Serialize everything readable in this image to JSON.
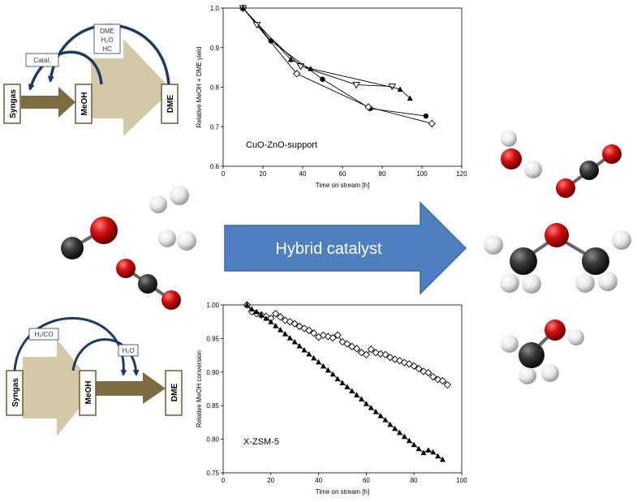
{
  "top_scheme": {
    "boxes": {
      "syngas": "Syngas",
      "meoh": "MeOH",
      "dme": "DME"
    },
    "callout_catal": "Catal.",
    "callout_products": [
      "DME",
      "H₂O",
      "HC"
    ]
  },
  "bottom_scheme": {
    "boxes": {
      "syngas": "Syngas",
      "meoh": "MeOH",
      "dme": "DME"
    },
    "callout_h2co": "H₂/CO",
    "callout_h2o": "H₂O"
  },
  "center": {
    "arrow_label": "Hybrid catalyst"
  },
  "icon_names": {
    "top_scheme": "syngas-to-dme-two-step-scheme",
    "bottom_scheme": "syngas-to-dme-one-step-scheme",
    "reactants": [
      "hydrogen-molecule-icon",
      "hydrogen-molecule-icon",
      "carbon-monoxide-molecule-icon",
      "carbon-dioxide-molecule-icon"
    ],
    "products": [
      "water-molecule-icon",
      "carbon-dioxide-molecule-icon",
      "dimethyl-ether-molecule-icon",
      "methanol-molecule-icon"
    ]
  },
  "colors": {
    "arrow_blue": "#4f7fbf",
    "arrow_blue_edge": "#3a6aa6",
    "scheme_arrow_light": "#d4c9a6",
    "scheme_arrow_dark": "#7d6b41",
    "box_border": "#6d5a33",
    "callout_arc": "#1f3a5f",
    "carbon": "#3a3a3a",
    "oxygen": "#d01010",
    "hydrogen": "#e8e8e8"
  },
  "chart_data": [
    {
      "type": "line",
      "title": "",
      "annotation": "CuO-ZnO-support",
      "xlabel": "Time on stream [h]",
      "ylabel": "Relative MeOH + DME yield",
      "xlim": [
        0,
        120
      ],
      "ylim": [
        0.6,
        1.0
      ],
      "xticks": [
        0,
        20,
        40,
        60,
        80,
        100,
        120
      ],
      "yticks": [
        0.6,
        0.7,
        0.8,
        0.9,
        1.0
      ],
      "series": [
        {
          "marker": "filled-circle",
          "x": [
            10,
            24,
            50,
            74,
            102
          ],
          "y": [
            1.0,
            0.917,
            0.82,
            0.746,
            0.727
          ]
        },
        {
          "marker": "open-diamond",
          "x": [
            10,
            37,
            73,
            105
          ],
          "y": [
            1.0,
            0.834,
            0.75,
            0.708
          ]
        },
        {
          "marker": "open-triangle-down",
          "x": [
            10,
            17,
            39,
            67,
            85
          ],
          "y": [
            1.0,
            0.958,
            0.853,
            0.806,
            0.802
          ]
        },
        {
          "marker": "filled-triangle-up",
          "x": [
            10,
            34,
            44,
            89,
            94
          ],
          "y": [
            1.0,
            0.87,
            0.847,
            0.795,
            0.772
          ]
        }
      ]
    },
    {
      "type": "line",
      "title": "",
      "annotation": "X-ZSM-5",
      "xlabel": "Time on stream [h]",
      "ylabel": "Relative MeOH conversion",
      "xlim": [
        0,
        100
      ],
      "ylim": [
        0.75,
        1.0
      ],
      "xticks": [
        0,
        20,
        40,
        60,
        80,
        100
      ],
      "yticks": [
        0.75,
        0.8,
        0.85,
        0.9,
        0.95,
        1.0
      ],
      "series": [
        {
          "marker": "open-diamond",
          "x": [
            10,
            12,
            14,
            16,
            18,
            20,
            22,
            24,
            26,
            28,
            30,
            32,
            34,
            36,
            38,
            40,
            42,
            44,
            46,
            48,
            50,
            52,
            54,
            56,
            58,
            60,
            62,
            64,
            66,
            68,
            70,
            72,
            74,
            76,
            78,
            80,
            82,
            84,
            86,
            88,
            90,
            92,
            94
          ],
          "y": [
            1.0,
            0.99,
            0.987,
            0.985,
            0.983,
            0.98,
            0.987,
            0.982,
            0.977,
            0.975,
            0.972,
            0.968,
            0.965,
            0.962,
            0.958,
            0.952,
            0.955,
            0.953,
            0.951,
            0.955,
            0.945,
            0.942,
            0.938,
            0.935,
            0.929,
            0.926,
            0.934,
            0.929,
            0.927,
            0.926,
            0.922,
            0.919,
            0.917,
            0.914,
            0.912,
            0.909,
            0.905,
            0.901,
            0.899,
            0.893,
            0.889,
            0.887,
            0.881
          ]
        },
        {
          "marker": "filled-triangle-up",
          "x": [
            10,
            12,
            14,
            16,
            18,
            20,
            22,
            24,
            26,
            28,
            30,
            32,
            34,
            36,
            38,
            40,
            42,
            44,
            46,
            48,
            50,
            52,
            54,
            56,
            58,
            60,
            62,
            64,
            66,
            68,
            70,
            72,
            74,
            76,
            78,
            80,
            82,
            84,
            86,
            88,
            90,
            92
          ],
          "y": [
            1.0,
            0.994,
            0.99,
            0.985,
            0.98,
            0.975,
            0.969,
            0.963,
            0.957,
            0.951,
            0.945,
            0.939,
            0.933,
            0.927,
            0.921,
            0.915,
            0.909,
            0.903,
            0.897,
            0.89,
            0.884,
            0.878,
            0.872,
            0.866,
            0.86,
            0.853,
            0.847,
            0.841,
            0.835,
            0.829,
            0.822,
            0.816,
            0.81,
            0.804,
            0.798,
            0.792,
            0.786,
            0.78,
            0.784,
            0.781,
            0.775,
            0.77
          ]
        }
      ]
    }
  ]
}
